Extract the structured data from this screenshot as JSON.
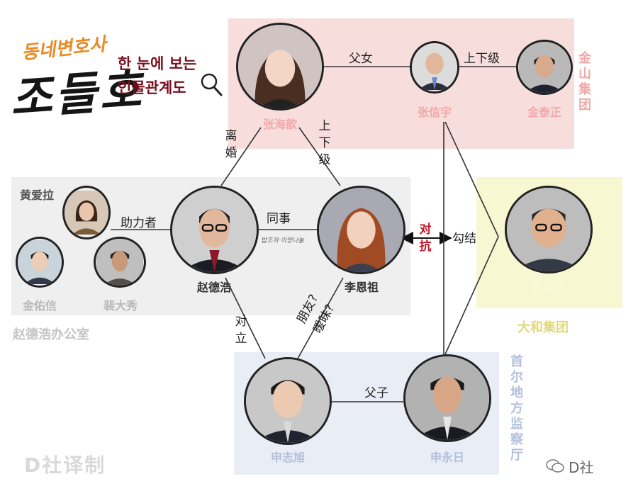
{
  "title": {
    "logo_small": "동네변호사",
    "logo_main": "조들호",
    "subtitle_line1": "한 눈에 보는",
    "subtitle_line2": "인물관계도"
  },
  "groups": {
    "kim": "金山集团",
    "office": "赵德浩办公室",
    "daewha": "大和集团",
    "seoul": "首尔地方监察厅"
  },
  "people": {
    "zhang_haixin": "张海歆",
    "zhang_xinyu": "张信宇",
    "jin_taizheng": "金泰正",
    "huang_aila": "黄爱拉",
    "jin_youxin": "金佑信",
    "fei_daxiu": "裴大秀",
    "zhao_dehao": "赵德浩",
    "li_enzu": "李恩祖",
    "zheng_jinmo": "郑金模",
    "shen_zhixu": "申志旭",
    "shen_yongri": "申永日"
  },
  "relations": {
    "father_daughter": "父女",
    "superior_1": "上下级",
    "divorce": "离婚",
    "superior_2": "上下级",
    "helper": "助力者",
    "colleague": "同事",
    "colleague_note": "밥조까 이랑나눌",
    "confront_1": "对抗",
    "collude": "勾结",
    "oppose": "对立",
    "friend": "朋友?",
    "ambiguous": "暧昧?",
    "father_son": "父子"
  },
  "credits": {
    "watermark": "D社译制",
    "wechat": "D社"
  },
  "colors": {
    "kim_zone": "#f7dedd",
    "office_zone": "#efefef",
    "daewha_zone": "#f7f7d2",
    "seoul_zone": "#e9edf6",
    "kim_text": "#f0a9a9",
    "office_text": "#c4c4c4",
    "daewha_text": "#e2d97a",
    "seoul_text": "#b3bfdb",
    "confront_text": "#c0182a"
  },
  "icons": [
    "magnifier-icon",
    "wechat-icon"
  ]
}
